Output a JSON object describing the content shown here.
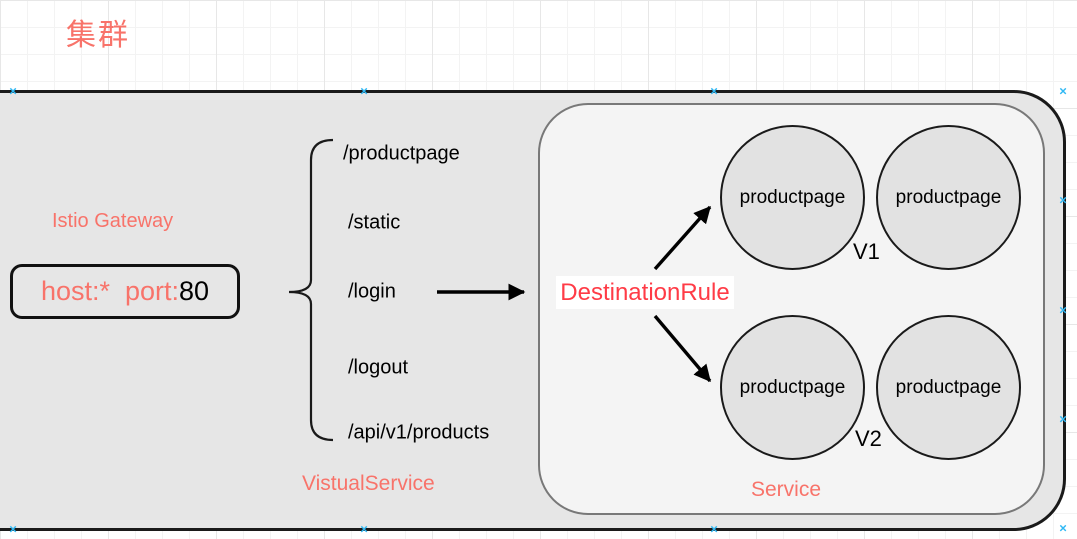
{
  "cluster": {
    "title": "集群"
  },
  "gateway": {
    "label": "Istio Gateway",
    "host_text": "host:*  port:",
    "port_value": "80"
  },
  "virtual_service": {
    "label": "VistualService",
    "routes": [
      "/productpage",
      "/static",
      "/login",
      "/logout",
      "/api/v1/products"
    ]
  },
  "destination_rule": {
    "label": "DestinationRule"
  },
  "service": {
    "label": "Service",
    "versions": [
      {
        "label": "V1",
        "pods": [
          "productpage",
          "productpage"
        ]
      },
      {
        "label": "V2",
        "pods": [
          "productpage",
          "productpage"
        ]
      }
    ]
  },
  "colors": {
    "coral_text": "#f8736a",
    "destination_rule_text": "#ff3b46",
    "container_fill": "#e6e6e6",
    "service_fill": "#f4f4f4",
    "pod_fill": "#e2e2e2",
    "connection_point": "#2fb8f4"
  }
}
